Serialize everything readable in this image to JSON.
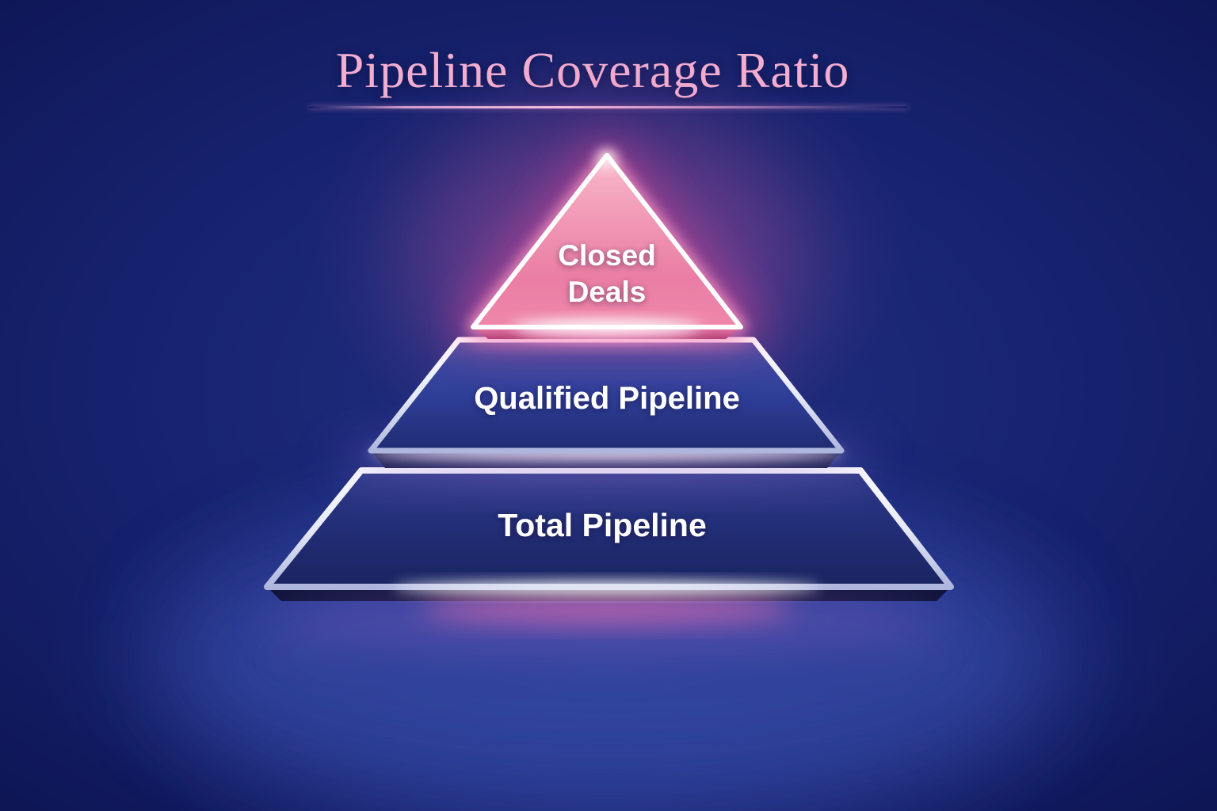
{
  "title": "Pipeline Coverage Ratio",
  "diagram_type": "pyramid",
  "tiers": [
    {
      "label": "Closed Deals",
      "level": 1,
      "fill": "#ee82a7",
      "border": "#ffffff",
      "glow": "#ff86b8"
    },
    {
      "label": "Qualified Pipeline",
      "level": 2,
      "fill": "#2c3f96",
      "border": "#e9ecf8"
    },
    {
      "label": "Total Pipeline",
      "level": 3,
      "fill": "#1f2b6e",
      "border": "#e9ecf8"
    }
  ],
  "colors": {
    "background_dark": "#0a1044",
    "background_mid": "#203082",
    "title_pink": "#f2aed0",
    "label_text": "#ffffff",
    "accent_pink_glow": "#ff86b8",
    "border_silver": "#e9ecf8",
    "floor_glow": "#ee6ca6"
  }
}
